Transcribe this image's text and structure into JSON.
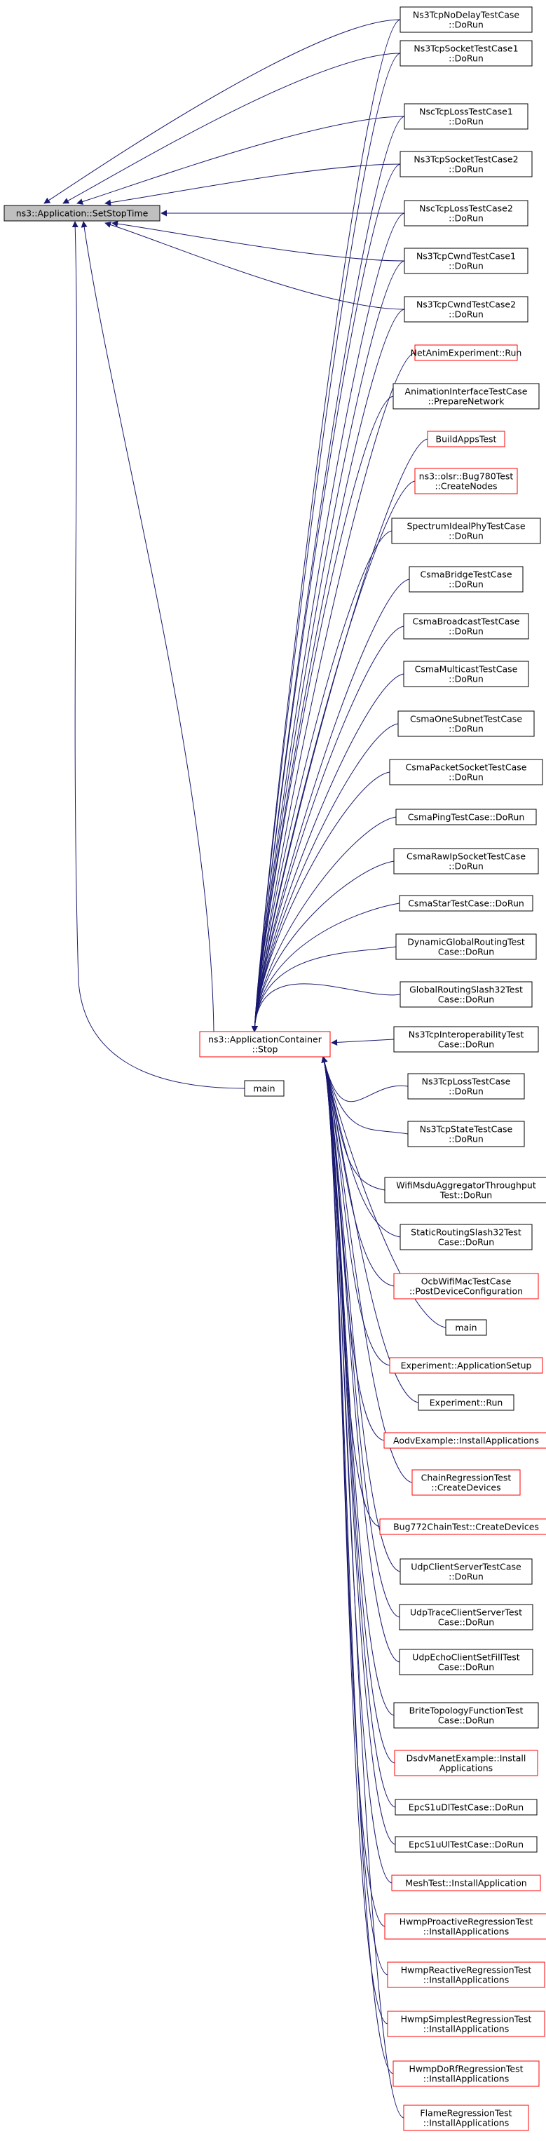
{
  "colors": {
    "edge": "#191970",
    "node_border_linked": "#000000",
    "node_border_unlinked": "#ff0000",
    "root_fill": "#bfbfbf",
    "node_fill": "#ffffff"
  },
  "root": {
    "lines": [
      "ns3::Application::SetStopTime"
    ]
  },
  "stop_node": {
    "lines": [
      "ns3::ApplicationContainer",
      "::Stop"
    ]
  },
  "main_node": {
    "lines": [
      "main"
    ]
  },
  "direct_callers": [
    {
      "lines": [
        "Ns3TcpNoDelayTestCase",
        "::DoRun"
      ],
      "red": false
    },
    {
      "lines": [
        "Ns3TcpSocketTestCase1",
        "::DoRun"
      ],
      "red": false
    },
    {
      "lines": [
        "NscTcpLossTestCase1",
        "::DoRun"
      ],
      "red": false
    },
    {
      "lines": [
        "Ns3TcpSocketTestCase2",
        "::DoRun"
      ],
      "red": false
    },
    {
      "lines": [
        "NscTcpLossTestCase2",
        "::DoRun"
      ],
      "red": false
    },
    {
      "lines": [
        "Ns3TcpCwndTestCase1",
        "::DoRun"
      ],
      "red": false
    },
    {
      "lines": [
        "Ns3TcpCwndTestCase2",
        "::DoRun"
      ],
      "red": false
    }
  ],
  "stop_callers": [
    {
      "lines": [
        "Ns3TcpNoDelayTestCase",
        "::DoRun"
      ],
      "red": false
    },
    {
      "lines": [
        "Ns3TcpSocketTestCase1",
        "::DoRun"
      ],
      "red": false
    },
    {
      "lines": [
        "NscTcpLossTestCase1",
        "::DoRun"
      ],
      "red": false
    },
    {
      "lines": [
        "Ns3TcpSocketTestCase2",
        "::DoRun"
      ],
      "red": false
    },
    {
      "lines": [
        "NscTcpLossTestCase2",
        "::DoRun"
      ],
      "red": false
    },
    {
      "lines": [
        "Ns3TcpCwndTestCase1",
        "::DoRun"
      ],
      "red": false
    },
    {
      "lines": [
        "Ns3TcpCwndTestCase2",
        "::DoRun"
      ],
      "red": false
    },
    {
      "lines": [
        "NetAnimExperiment::Run"
      ],
      "red": true
    },
    {
      "lines": [
        "AnimationInterfaceTestCase",
        "::PrepareNetwork"
      ],
      "red": false
    },
    {
      "lines": [
        "BuildAppsTest"
      ],
      "red": true
    },
    {
      "lines": [
        "ns3::olsr::Bug780Test",
        "::CreateNodes"
      ],
      "red": true
    },
    {
      "lines": [
        "SpectrumIdealPhyTestCase",
        "::DoRun"
      ],
      "red": false
    },
    {
      "lines": [
        "CsmaBridgeTestCase",
        "::DoRun"
      ],
      "red": false
    },
    {
      "lines": [
        "CsmaBroadcastTestCase",
        "::DoRun"
      ],
      "red": false
    },
    {
      "lines": [
        "CsmaMulticastTestCase",
        "::DoRun"
      ],
      "red": false
    },
    {
      "lines": [
        "CsmaOneSubnetTestCase",
        "::DoRun"
      ],
      "red": false
    },
    {
      "lines": [
        "CsmaPacketSocketTestCase",
        "::DoRun"
      ],
      "red": false
    },
    {
      "lines": [
        "CsmaPingTestCase::DoRun"
      ],
      "red": false
    },
    {
      "lines": [
        "CsmaRawIpSocketTestCase",
        "::DoRun"
      ],
      "red": false
    },
    {
      "lines": [
        "CsmaStarTestCase::DoRun"
      ],
      "red": false
    },
    {
      "lines": [
        "DynamicGlobalRoutingTest",
        "Case::DoRun"
      ],
      "red": false
    },
    {
      "lines": [
        "GlobalRoutingSlash32Test",
        "Case::DoRun"
      ],
      "red": false
    },
    {
      "lines": [
        "Ns3TcpInteroperabilityTest",
        "Case::DoRun"
      ],
      "red": false
    },
    {
      "lines": [
        "Ns3TcpLossTestCase",
        "::DoRun"
      ],
      "red": false
    },
    {
      "lines": [
        "Ns3TcpStateTestCase",
        "::DoRun"
      ],
      "red": false
    },
    {
      "lines": [
        "WifiMsduAggregatorThroughput",
        "Test::DoRun"
      ],
      "red": false
    },
    {
      "lines": [
        "StaticRoutingSlash32Test",
        "Case::DoRun"
      ],
      "red": false
    },
    {
      "lines": [
        "OcbWifiMacTestCase",
        "::PostDeviceConfiguration"
      ],
      "red": true
    },
    {
      "lines": [
        "main"
      ],
      "red": false
    },
    {
      "lines": [
        "Experiment::ApplicationSetup"
      ],
      "red": true
    },
    {
      "lines": [
        "Experiment::Run"
      ],
      "red": false
    },
    {
      "lines": [
        "AodvExample::InstallApplications"
      ],
      "red": true
    },
    {
      "lines": [
        "ChainRegressionTest",
        "::CreateDevices"
      ],
      "red": true
    },
    {
      "lines": [
        "Bug772ChainTest::CreateDevices"
      ],
      "red": true
    },
    {
      "lines": [
        "UdpClientServerTestCase",
        "::DoRun"
      ],
      "red": false
    },
    {
      "lines": [
        "UdpTraceClientServerTest",
        "Case::DoRun"
      ],
      "red": false
    },
    {
      "lines": [
        "UdpEchoClientSetFillTest",
        "Case::DoRun"
      ],
      "red": false
    },
    {
      "lines": [
        "BriteTopologyFunctionTest",
        "Case::DoRun"
      ],
      "red": false
    },
    {
      "lines": [
        "DsdvManetExample::Install",
        "Applications"
      ],
      "red": true
    },
    {
      "lines": [
        "EpcS1uDlTestCase::DoRun"
      ],
      "red": false
    },
    {
      "lines": [
        "EpcS1uUlTestCase::DoRun"
      ],
      "red": false
    },
    {
      "lines": [
        "MeshTest::InstallApplication"
      ],
      "red": true
    },
    {
      "lines": [
        "HwmpProactiveRegressionTest",
        "::InstallApplications"
      ],
      "red": true
    },
    {
      "lines": [
        "HwmpReactiveRegressionTest",
        "::InstallApplications"
      ],
      "red": true
    },
    {
      "lines": [
        "HwmpSimplestRegressionTest",
        "::InstallApplications"
      ],
      "red": true
    },
    {
      "lines": [
        "HwmpDoRfRegressionTest",
        "::InstallApplications"
      ],
      "red": true
    },
    {
      "lines": [
        "FlameRegressionTest",
        "::InstallApplications"
      ],
      "red": true
    }
  ]
}
